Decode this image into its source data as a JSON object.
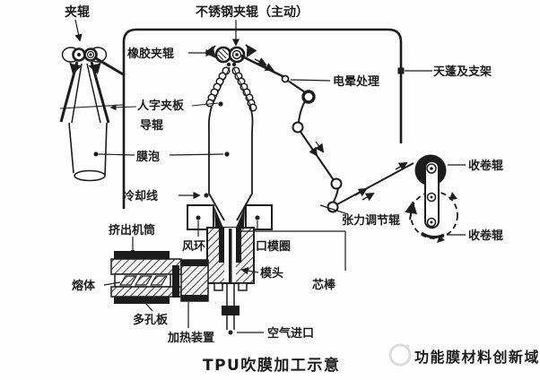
{
  "diagram": {
    "title": "TPU吹膜加工示意",
    "watermark": "功能膜材料创新域",
    "labels": {
      "nip_roller": "夹辊",
      "stainless_nip_roller": "不锈钢夹辊（主动）",
      "rubber_nip_roller": "橡胶夹辊",
      "herringbone_plate": "人字夹板",
      "guide_roller": "导辊",
      "film_bubble": "膜泡",
      "cooling_line": "冷却线",
      "corona_treatment": "电晕处理",
      "canopy_support": "天蓬及支架",
      "winding_roller_top": "收卷辊",
      "winding_roller_bottom": "收卷辊",
      "tension_roller": "张力调节辊",
      "extruder_barrel": "挤出机筒",
      "air_ring": "风环",
      "die_lip_ring": "口模圈",
      "die_head": "模头",
      "mandrel": "芯棒",
      "melt": "熔体",
      "breaker_plate": "多孔板",
      "heater": "加热装置",
      "air_inlet": "空气进口"
    },
    "colors": {
      "ink": "#1c1c1c",
      "title_red": "#b42025",
      "watermark_gray": "#d9d9d9"
    }
  }
}
